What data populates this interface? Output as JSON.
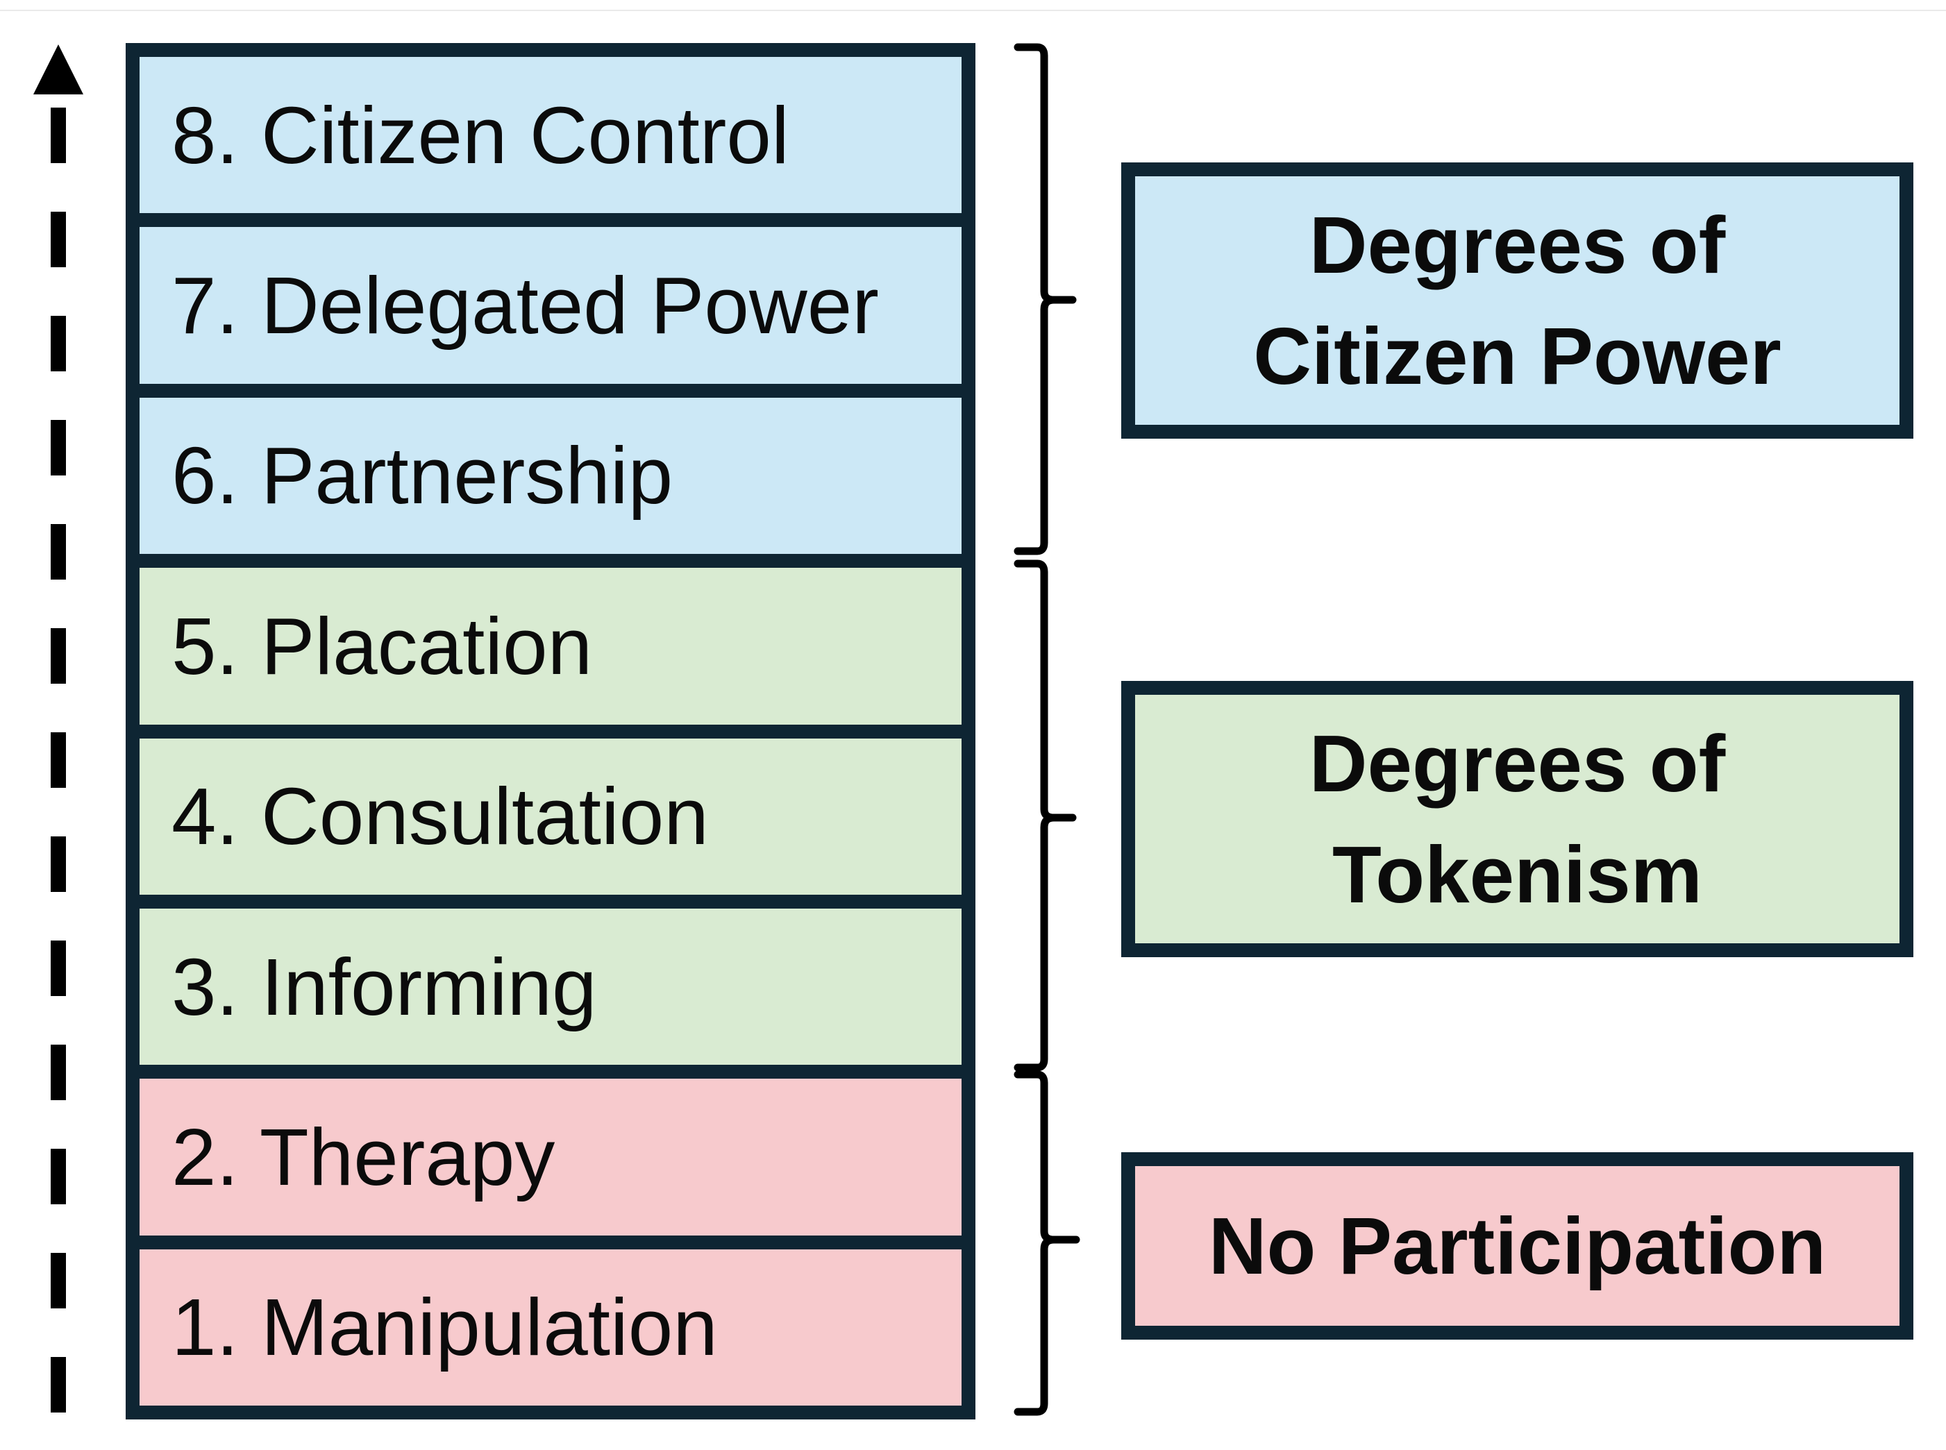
{
  "rungs": [
    {
      "label": "8. Citizen Control",
      "group": "power"
    },
    {
      "label": "7. Delegated Power",
      "group": "power"
    },
    {
      "label": "6. Partnership",
      "group": "power"
    },
    {
      "label": "5. Placation",
      "group": "tokenism"
    },
    {
      "label": "4. Consultation",
      "group": "tokenism"
    },
    {
      "label": "3. Informing",
      "group": "tokenism"
    },
    {
      "label": "2. Therapy",
      "group": "none"
    },
    {
      "label": "1. Manipulation",
      "group": "none"
    }
  ],
  "groups": {
    "power": {
      "label": "Degrees of\nCitizen Power",
      "color": "#cce8f6"
    },
    "tokenism": {
      "label": "Degrees of\nTokenism",
      "color": "#d9ebd2"
    },
    "none": {
      "label": "No Participation",
      "color": "#f7cacd"
    }
  },
  "colors": {
    "outline": "#0e2533",
    "arrow": "#000000"
  }
}
